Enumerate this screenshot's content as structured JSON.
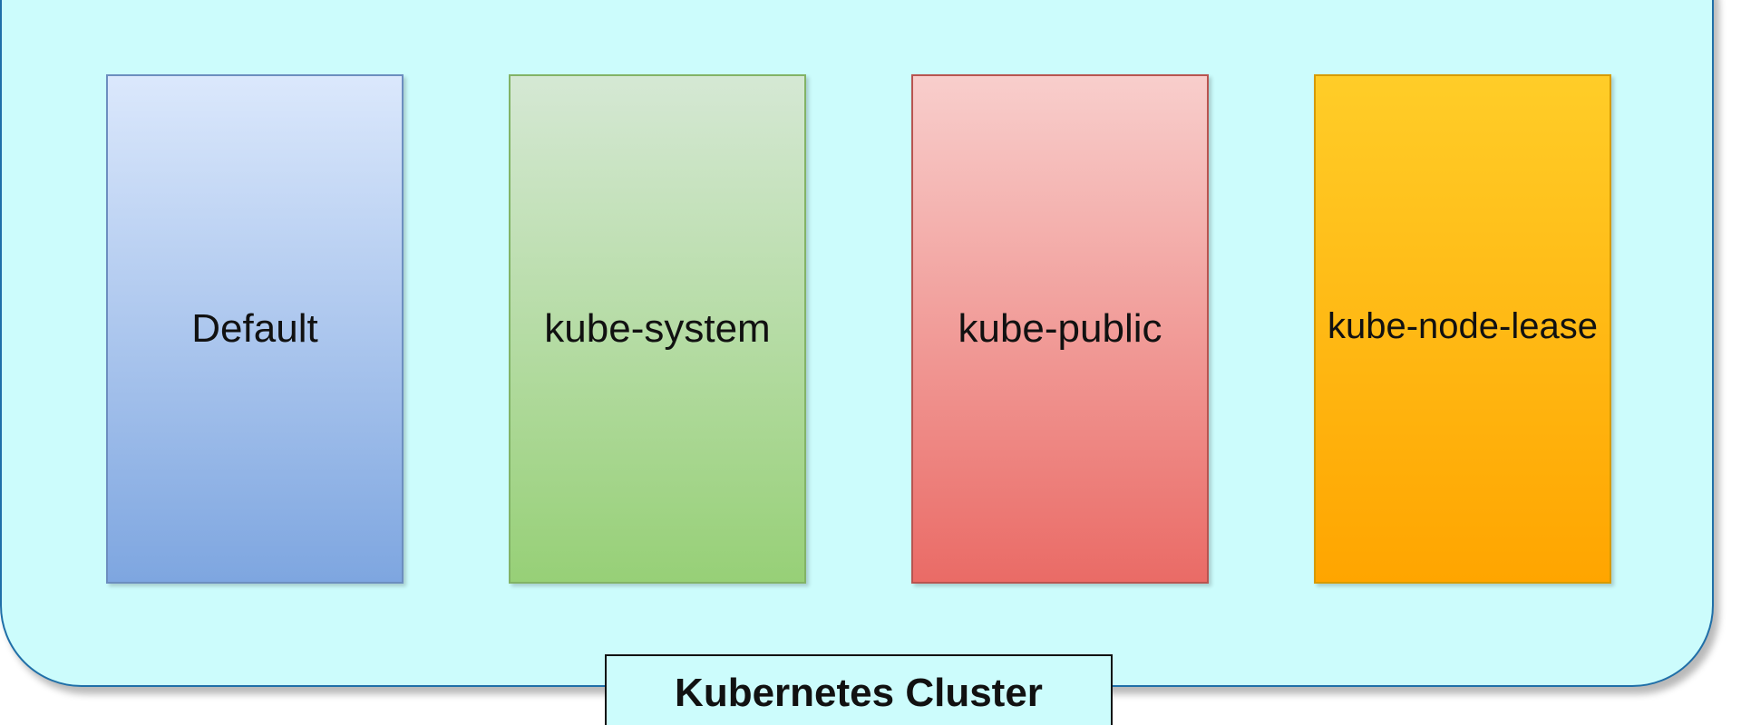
{
  "cluster": {
    "title": "Kubernetes Cluster",
    "fill_color": "#ccfcfc",
    "border_color": "#1f6fa8"
  },
  "namespaces": [
    {
      "label": "Default",
      "gradient_top": "#dbe8fc",
      "gradient_bottom": "#7ea6e0",
      "border": "#6c8ebf"
    },
    {
      "label": "kube-system",
      "gradient_top": "#d5e8d4",
      "gradient_bottom": "#97d077",
      "border": "#82b366"
    },
    {
      "label": "kube-public",
      "gradient_top": "#f8cecc",
      "gradient_bottom": "#ea6b66",
      "border": "#b85450"
    },
    {
      "label": "kube-node-lease",
      "gradient_top": "#ffcd28",
      "gradient_bottom": "#ffa500",
      "border": "#d79b00"
    }
  ]
}
